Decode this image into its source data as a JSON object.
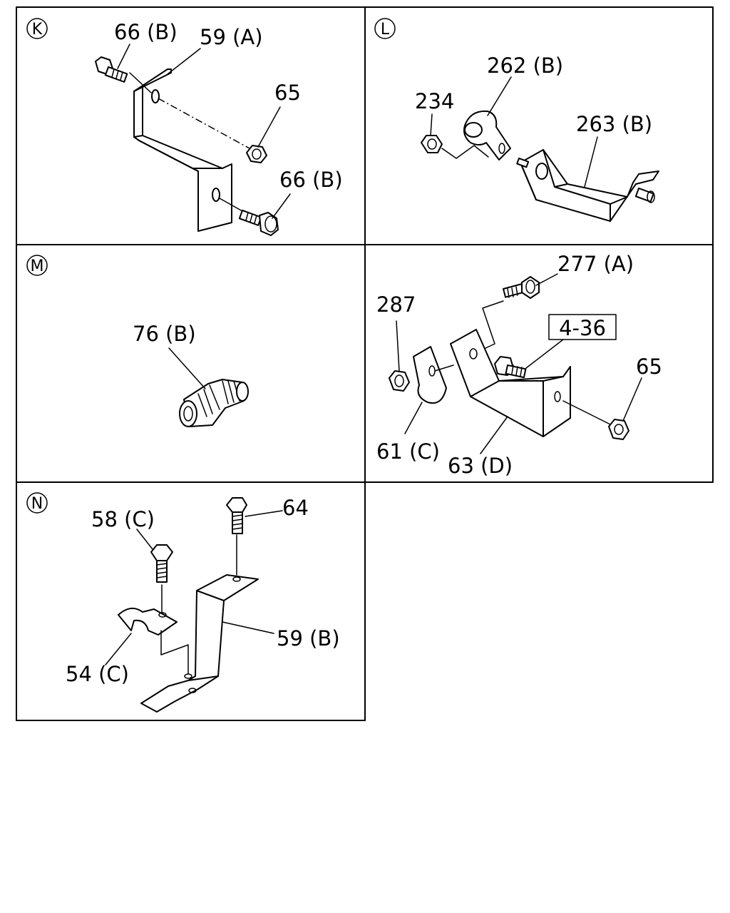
{
  "panels": {
    "K": {
      "marker": "K",
      "labels": {
        "bolt_top": "66 (B)",
        "bracket": "59 (A)",
        "nut": "65",
        "bolt_bottom": "66 (B)"
      }
    },
    "L": {
      "marker": "L",
      "labels": {
        "nut": "234",
        "clip": "262 (B)",
        "bracket": "263 (B)"
      }
    },
    "M": {
      "marker": "M",
      "labels": {
        "connector": "76 (B)"
      }
    },
    "R": {
      "labels": {
        "bolt": "277 (A)",
        "ref": "4-36",
        "nut_left": "287",
        "nut_right": "65",
        "clip": "61 (C)",
        "bracket": "63 (D)"
      }
    },
    "N": {
      "marker": "N",
      "labels": {
        "bolt_left": "58 (C)",
        "bolt_right": "64",
        "bracket": "59 (B)",
        "clip": "54 (C)"
      }
    }
  },
  "colors": {
    "line": "#000000",
    "background": "#ffffff"
  }
}
